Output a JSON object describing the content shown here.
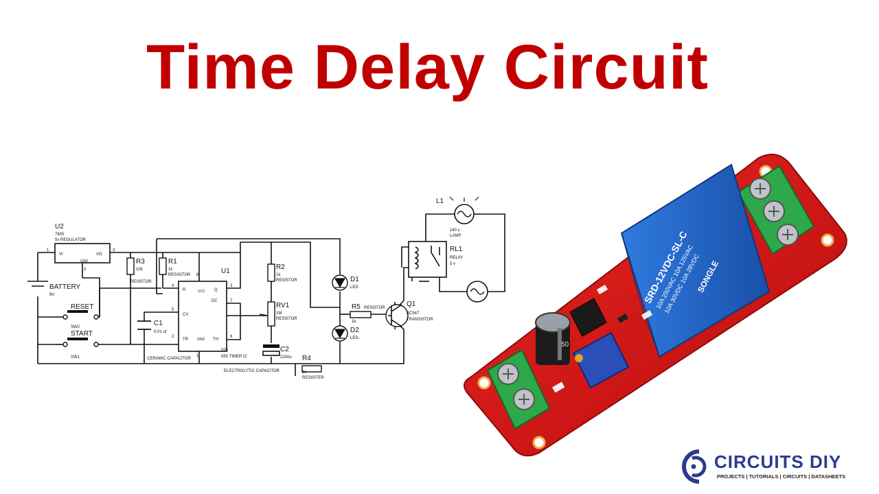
{
  "title": "Time Delay Circuit",
  "colors": {
    "title": "#c00000",
    "pcb": "#d81418",
    "terminal": "#2da84a",
    "relay": "#1f5fbf",
    "logo": "#2d3a8c"
  },
  "schematic": {
    "u2": {
      "ref": "U2",
      "part": "7805",
      "desc": "5v REGULATOR",
      "vi": "VI",
      "vo": "VO",
      "gnd": "GND",
      "pin1": "1",
      "pin3": "3",
      "pin2": "2"
    },
    "battery": {
      "label": "BATTERY",
      "value": "9V"
    },
    "reset": {
      "label": "RESET",
      "ref": "SW2"
    },
    "start": {
      "label": "START",
      "ref": "SW1"
    },
    "r3": {
      "ref": "R3",
      "value": "10k",
      "desc": "RESISTOR"
    },
    "r1": {
      "ref": "R1",
      "value": "1k",
      "desc": "RESISITOR"
    },
    "c1": {
      "ref": "C1",
      "value": "0.01 uf",
      "desc": "CERAMIC CAPACITOR"
    },
    "u1": {
      "ref": "U1",
      "r": "R",
      "vcc": "VCC",
      "q": "Q",
      "dc": "DC",
      "cv": "CV",
      "tr": "TR",
      "gnd": "GND",
      "th": "TH",
      "p4": "4",
      "p8": "8",
      "p3": "3",
      "p7": "7",
      "p5": "5",
      "p2": "2",
      "p6": "6",
      "p1": "1",
      "part": "555",
      "desc": "555 TIMER IC"
    },
    "r2": {
      "ref": "R2",
      "value": "1k",
      "desc": "RESISTOR"
    },
    "rv1": {
      "ref": "RV1",
      "value": "1M",
      "desc": "RESISTOR"
    },
    "c2": {
      "ref": "C2",
      "value": "2200u",
      "desc": "ELECTROLYTIC CAPACITOR"
    },
    "r4": {
      "ref": "R4",
      "value": "1k",
      "desc": "RESISITER"
    },
    "d1": {
      "ref": "D1",
      "desc": "LED"
    },
    "d2": {
      "ref": "D2",
      "desc": "LED-"
    },
    "r5": {
      "ref": "R5",
      "value": "1k",
      "desc": "RESISTOR"
    },
    "q1": {
      "ref": "Q1",
      "part": "BC547",
      "desc": "TRANSISTOR"
    },
    "l1": {
      "ref": "L1",
      "value": "240 v",
      "desc": "LAMP"
    },
    "rl1": {
      "ref": "RL1",
      "desc": "RELAY",
      "value": "5 v"
    }
  },
  "board": {
    "relay": {
      "brand": "SONGLE",
      "model": "SRD-12VDC-SL-C",
      "rating1": "10A 250VAC  10A 125VAC",
      "rating2": "10A 30VDC  10A 28VDC"
    },
    "cap_label": "50"
  },
  "logo": {
    "brand": "CIRCUITS DIY",
    "tagline": "PROJECTS | TUTORIALS | CIRCUITS | DATASHEETS"
  }
}
